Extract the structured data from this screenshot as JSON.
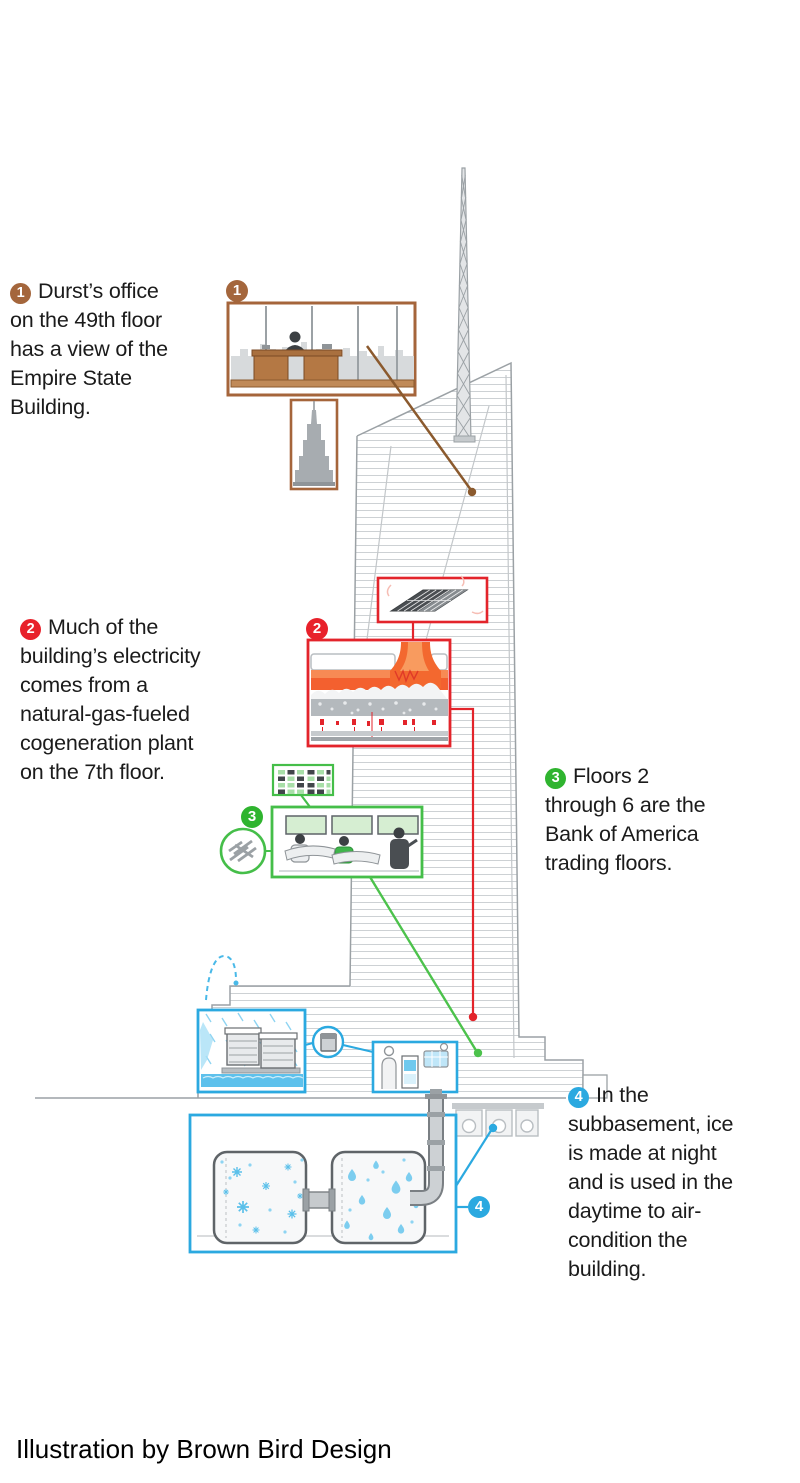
{
  "annotations": [
    {
      "num": "1",
      "accent": "#A4663C",
      "lines": [
        "Durst’s office",
        "on the 49th floor",
        "has a view of the",
        "Empire State",
        "Building."
      ]
    },
    {
      "num": "2",
      "accent": "#E8212B",
      "lines": [
        "Much of the",
        "building’s electricity",
        "comes from a",
        "natural-gas-fueled",
        "cogeneration plant",
        "on the 7th floor."
      ]
    },
    {
      "num": "3",
      "accent": "#2FB42F",
      "lines": [
        "Floors 2",
        "through 6 are the",
        "Bank of America",
        "trading floors."
      ]
    },
    {
      "num": "4",
      "accent": "#2BA9E0",
      "lines": [
        "In the",
        "subbasement, ice",
        "is made at night",
        "and is used in the",
        "daytime to air-",
        "condition the",
        "building."
      ]
    }
  ],
  "credit": "Illustration by Brown Bird Design",
  "colors": {
    "brown": "#A4663C",
    "red": "#E8212B",
    "green": "#2FB42F",
    "blue": "#2BA9E0",
    "building_gray": "#9BA1A5",
    "flame_orange": "#F3602F"
  }
}
